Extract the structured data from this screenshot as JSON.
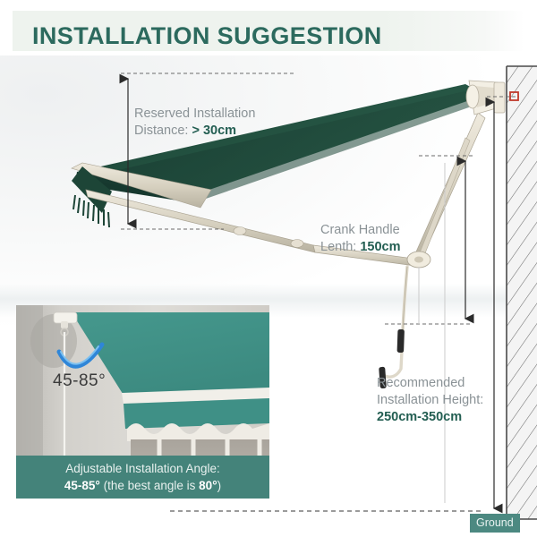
{
  "header": {
    "title": "INSTALLATION SUGGESTION",
    "title_color": "#2c6a5e",
    "band_color": "#eef3ee"
  },
  "annotations": {
    "reserved": {
      "line1": "Reserved Installation",
      "line2_prefix": "Distance: ",
      "line2_value": "> 30cm"
    },
    "crank": {
      "line1": "Crank Handle",
      "line2_prefix": "Lenth: ",
      "line2_value": "150cm"
    },
    "height": {
      "line1": "Recommended",
      "line2": "Installation Height:",
      "line3_value": "250cm-350cm"
    },
    "ground_label": "Ground"
  },
  "photo_inset": {
    "angle_label": "45-85°",
    "caption_line1": "Adjustable Installation Angle:",
    "caption_range": "45-85°",
    "caption_mid": " (the best angle is ",
    "caption_best": "80°",
    "caption_end": ")",
    "awning_color": "#3f9086",
    "wall_color": "#cfcdc8",
    "caption_bg": "#44837a"
  },
  "diagram": {
    "awning_fabric_color": "#1f4a3e",
    "awning_frame_color": "#d8d3c4",
    "wall_hatch_color": "#6f6f6f",
    "marker_color": "#c0392b",
    "dimension_color": "#2b2b2b"
  }
}
